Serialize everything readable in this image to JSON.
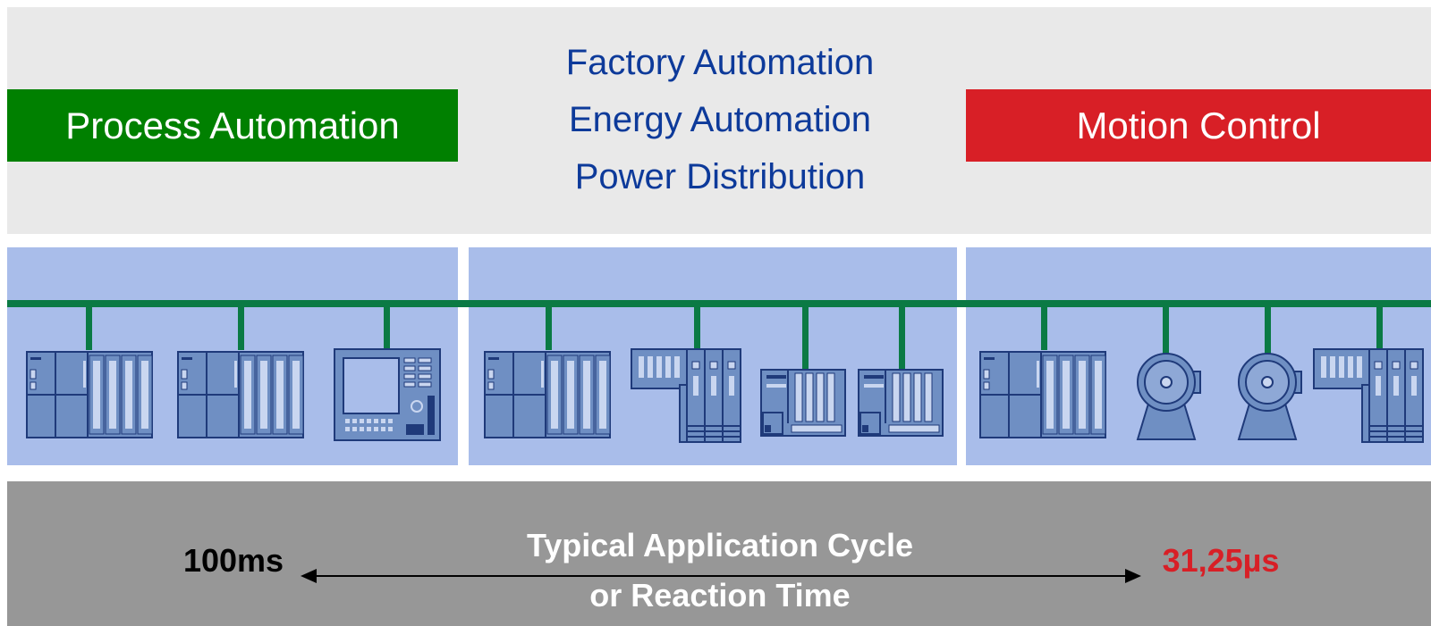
{
  "top": {
    "process_automation": "Process Automation",
    "motion_control": "Motion Control",
    "center_items": [
      "Factory Automation",
      "Energy Automation",
      "Power Distribution"
    ]
  },
  "bottom": {
    "title_line1": "Typical Application Cycle",
    "title_line2": "or Reaction Time",
    "slow_value": "100ms",
    "fast_value": "31,25µs"
  },
  "colors": {
    "process": "#008000",
    "motion": "#d81f26",
    "center_text": "#0d3a9a",
    "bus_line": "#0b7a44",
    "panel": "#a9bdea",
    "device_fill": "#6f8fc3",
    "device_stroke": "#1f3a7a"
  },
  "devices": [
    "plc-icon",
    "plc-icon",
    "operator-panel-icon",
    "plc-icon",
    "io-module-icon",
    "drive-unit-icon",
    "drive-unit-icon",
    "plc-icon",
    "motor-icon",
    "motor-icon",
    "io-module-icon"
  ]
}
